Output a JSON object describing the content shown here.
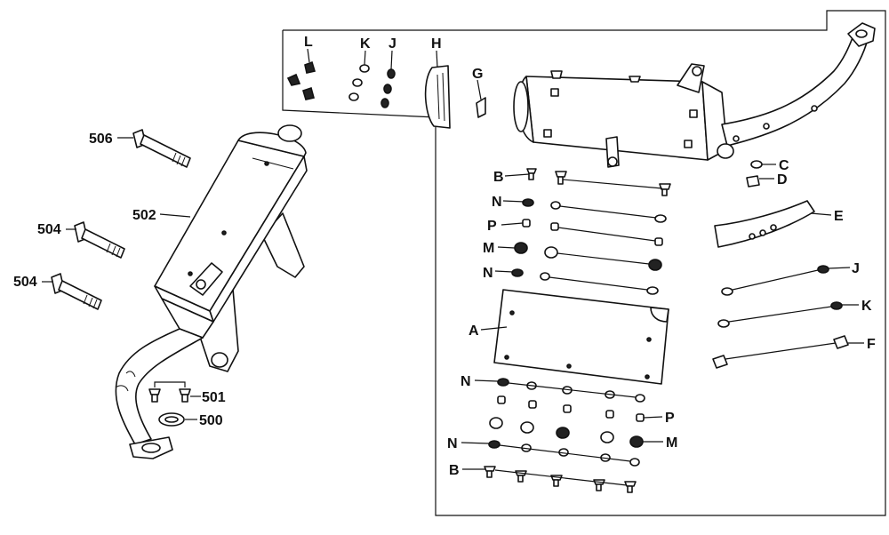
{
  "colors": {
    "ink": "#111111",
    "paper": "#ffffff"
  },
  "labels": {
    "p506": "506",
    "p502": "502",
    "p504a": "504",
    "p504b": "504",
    "p501": "501",
    "p500": "500",
    "L": "L",
    "K_top": "K",
    "J_top": "J",
    "H": "H",
    "G": "G",
    "B_top": "B",
    "C": "C",
    "D": "D",
    "N_1": "N",
    "E": "E",
    "P_1": "P",
    "M_1": "M",
    "N_2": "N",
    "J_right": "J",
    "A": "A",
    "K_right": "K",
    "F": "F",
    "N_3": "N",
    "P_2": "P",
    "N_4": "N",
    "M_2": "M",
    "B_bottom": "B"
  }
}
